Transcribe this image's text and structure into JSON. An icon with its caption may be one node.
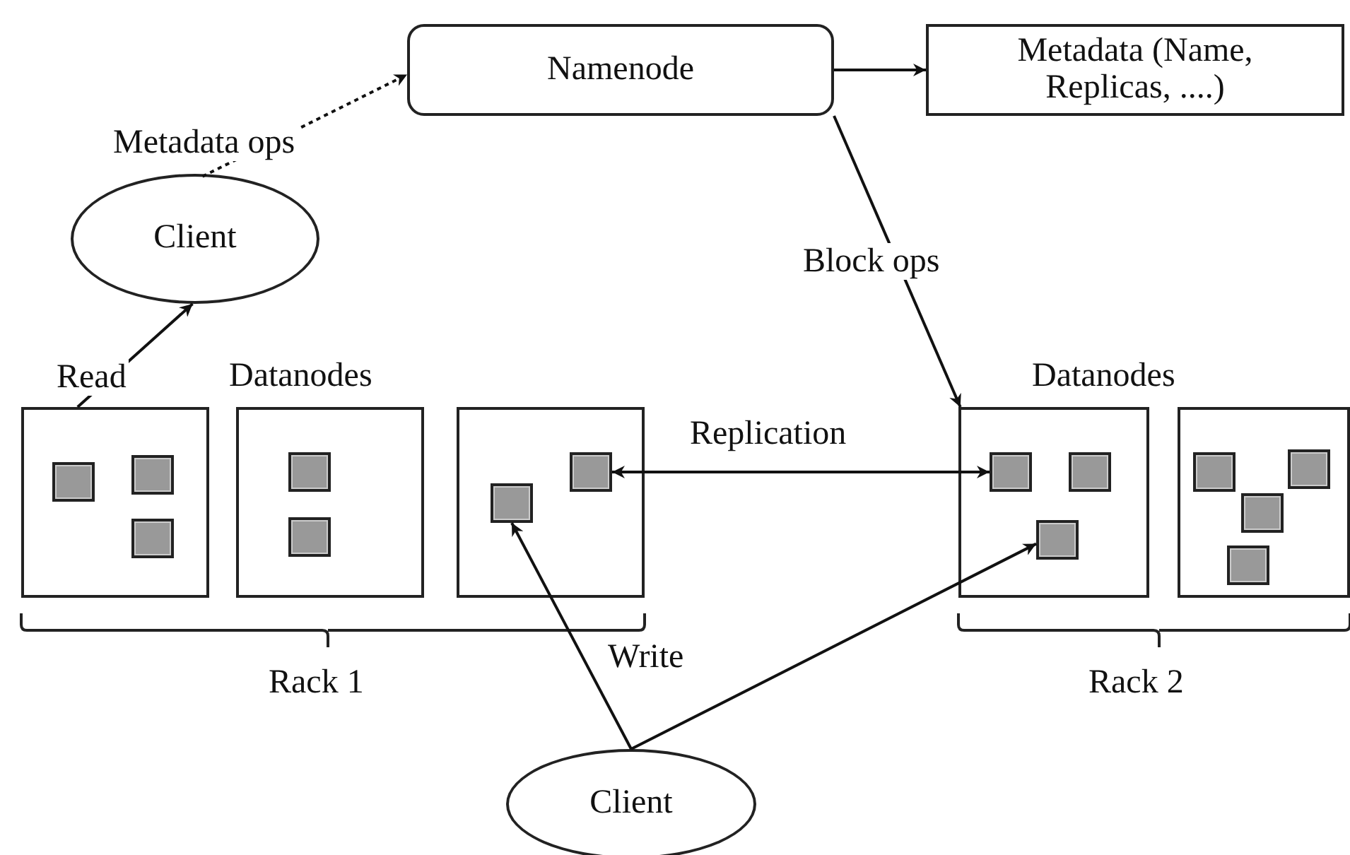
{
  "diagram": {
    "nodes": [
      {
        "text": [
          "Namenode"
        ]
      },
      {
        "text": [
          "Metadata (Name, Replicas, ....)"
        ]
      },
      {
        "text": [
          "Client"
        ]
      },
      {
        "text": [],
        "shape": "box"
      },
      {
        "text": [],
        "shape": "box"
      },
      {
        "text": [],
        "shape": "box"
      },
      {
        "text": [],
        "shape": "box"
      },
      {
        "text": [],
        "shape": "box"
      },
      {
        "text": [
          "Client"
        ]
      },
      {
        "text": [],
        "shape": "box",
        "in": 3
      },
      {
        "text": [],
        "shape": "box",
        "in": 3
      },
      {
        "text": [],
        "shape": "box",
        "in": 3
      },
      {
        "text": [],
        "shape": "box",
        "in": 4
      },
      {
        "text": [],
        "shape": "box",
        "in": 4
      },
      {
        "text": [],
        "shape": "box",
        "in": 5
      },
      {
        "text": [],
        "shape": "box",
        "in": 5
      },
      {
        "text": [],
        "shape": "box",
        "in": 6
      },
      {
        "text": [],
        "shape": "box",
        "in": 6
      },
      {
        "text": [],
        "shape": "box",
        "in": 6
      },
      {
        "text": [],
        "shape": "box",
        "in": 7
      },
      {
        "text": [],
        "shape": "box",
        "in": 7
      },
      {
        "text": [],
        "shape": "box",
        "in": 7
      },
      {
        "text": [],
        "shape": "box",
        "in": 7
      }
    ],
    "edges": [
      {
        "from": 2,
        "to": 0,
        "arrow": "to",
        "label": "Metadata ops",
        "style": "dashed"
      },
      {
        "from": 0,
        "to": 1,
        "arrow": "to"
      },
      {
        "from": 0,
        "to": 6,
        "arrow": "to",
        "label": "Block ops"
      },
      {
        "from": 3,
        "to": 2,
        "arrow": "to",
        "label": "Read"
      },
      {
        "from": 15,
        "to": 16,
        "arrow": "both",
        "label": "Replication"
      },
      {
        "from": 8,
        "to": 14,
        "arrow": "to",
        "label": "Write"
      },
      {
        "from": 8,
        "to": 18,
        "arrow": "to"
      }
    ],
    "labels": [
      "Datanodes",
      "Datanodes",
      "Rack 1",
      "Rack 2"
    ]
  }
}
